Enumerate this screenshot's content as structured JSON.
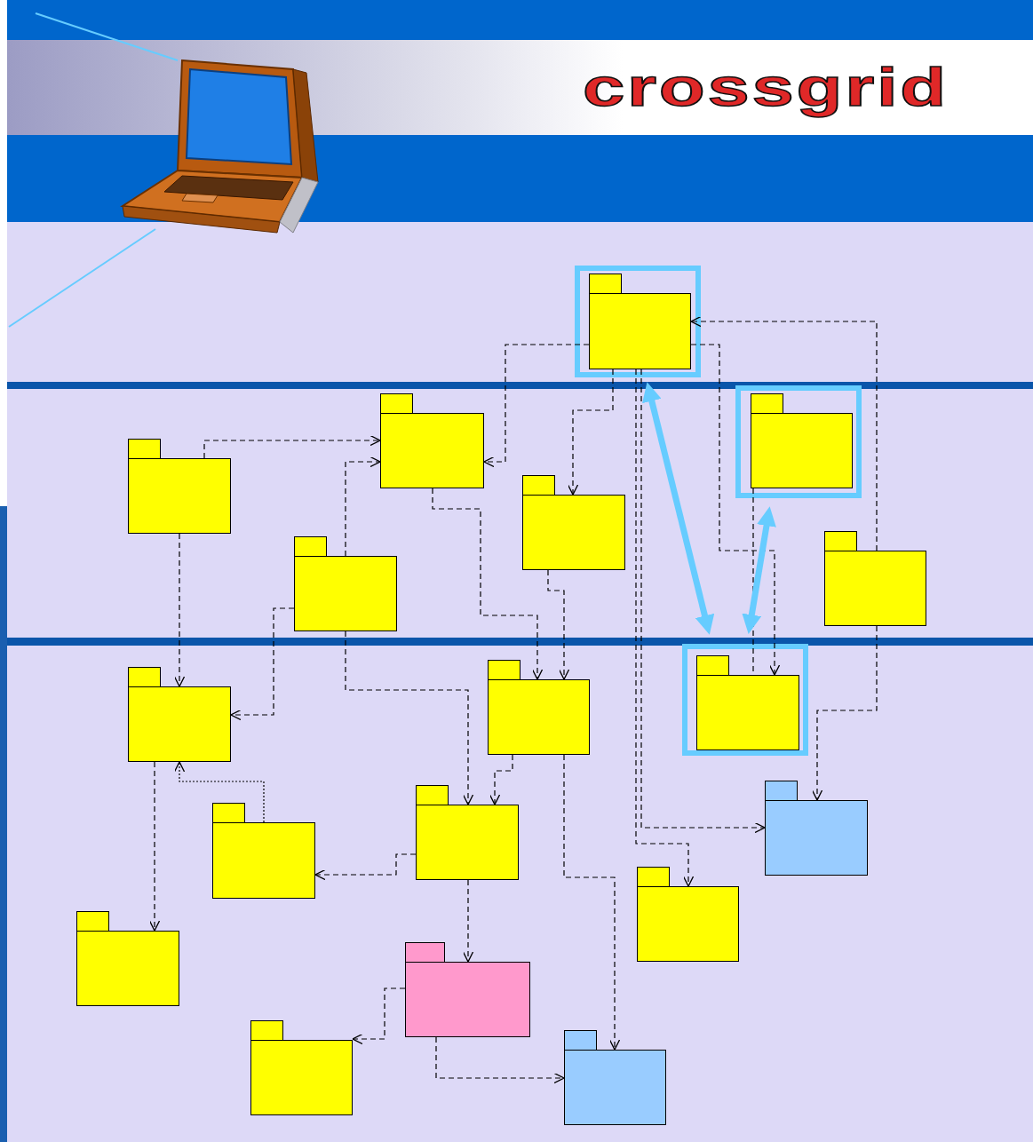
{
  "diagram": {
    "nodes": [
      {
        "text": []
      },
      {
        "text": []
      },
      {
        "text": []
      },
      {
        "text": []
      },
      {
        "text": []
      },
      {
        "text": []
      },
      {
        "text": []
      },
      {
        "text": []
      },
      {
        "text": []
      },
      {
        "text": []
      },
      {
        "text": []
      },
      {
        "text": []
      },
      {
        "text": []
      },
      {
        "text": []
      },
      {
        "text": []
      },
      {
        "text": []
      },
      {
        "text": []
      },
      {
        "text": []
      }
    ],
    "edges": [
      {
        "from": 0,
        "to": 1,
        "arrow": "to"
      },
      {
        "from": 0,
        "to": 4,
        "arrow": "to"
      },
      {
        "from": 0,
        "to": 10,
        "arrow": "to"
      },
      {
        "from": 0,
        "to": 13,
        "arrow": "to"
      },
      {
        "from": 5,
        "to": 0,
        "arrow": "to"
      },
      {
        "from": 0,
        "to": 9,
        "arrow": "to"
      },
      {
        "from": 2,
        "to": 9,
        "arrow": "none"
      },
      {
        "from": 0,
        "to": 9,
        "arrow": "both"
      },
      {
        "from": 2,
        "to": 9,
        "arrow": "both"
      },
      {
        "from": 5,
        "to": 10,
        "arrow": "to"
      },
      {
        "from": 3,
        "to": 1,
        "arrow": "to"
      },
      {
        "from": 3,
        "to": 7,
        "arrow": "to"
      },
      {
        "from": 6,
        "to": 1,
        "arrow": "to"
      },
      {
        "from": 6,
        "to": 7,
        "arrow": "to"
      },
      {
        "from": 6,
        "to": 11,
        "arrow": "to"
      },
      {
        "from": 1,
        "to": 8,
        "arrow": "to"
      },
      {
        "from": 4,
        "to": 8,
        "arrow": "to"
      },
      {
        "from": 8,
        "to": 11,
        "arrow": "to"
      },
      {
        "from": 8,
        "to": 17,
        "arrow": "to"
      },
      {
        "from": 7,
        "to": 14,
        "arrow": "to"
      },
      {
        "from": 12,
        "to": 7,
        "arrow": "to"
      },
      {
        "from": 11,
        "to": 12,
        "arrow": "to"
      },
      {
        "from": 11,
        "to": 15,
        "arrow": "to"
      },
      {
        "from": 15,
        "to": 16,
        "arrow": "to"
      },
      {
        "from": 15,
        "to": 17,
        "arrow": "to"
      }
    ],
    "labels": [
      "crossgrid"
    ]
  }
}
